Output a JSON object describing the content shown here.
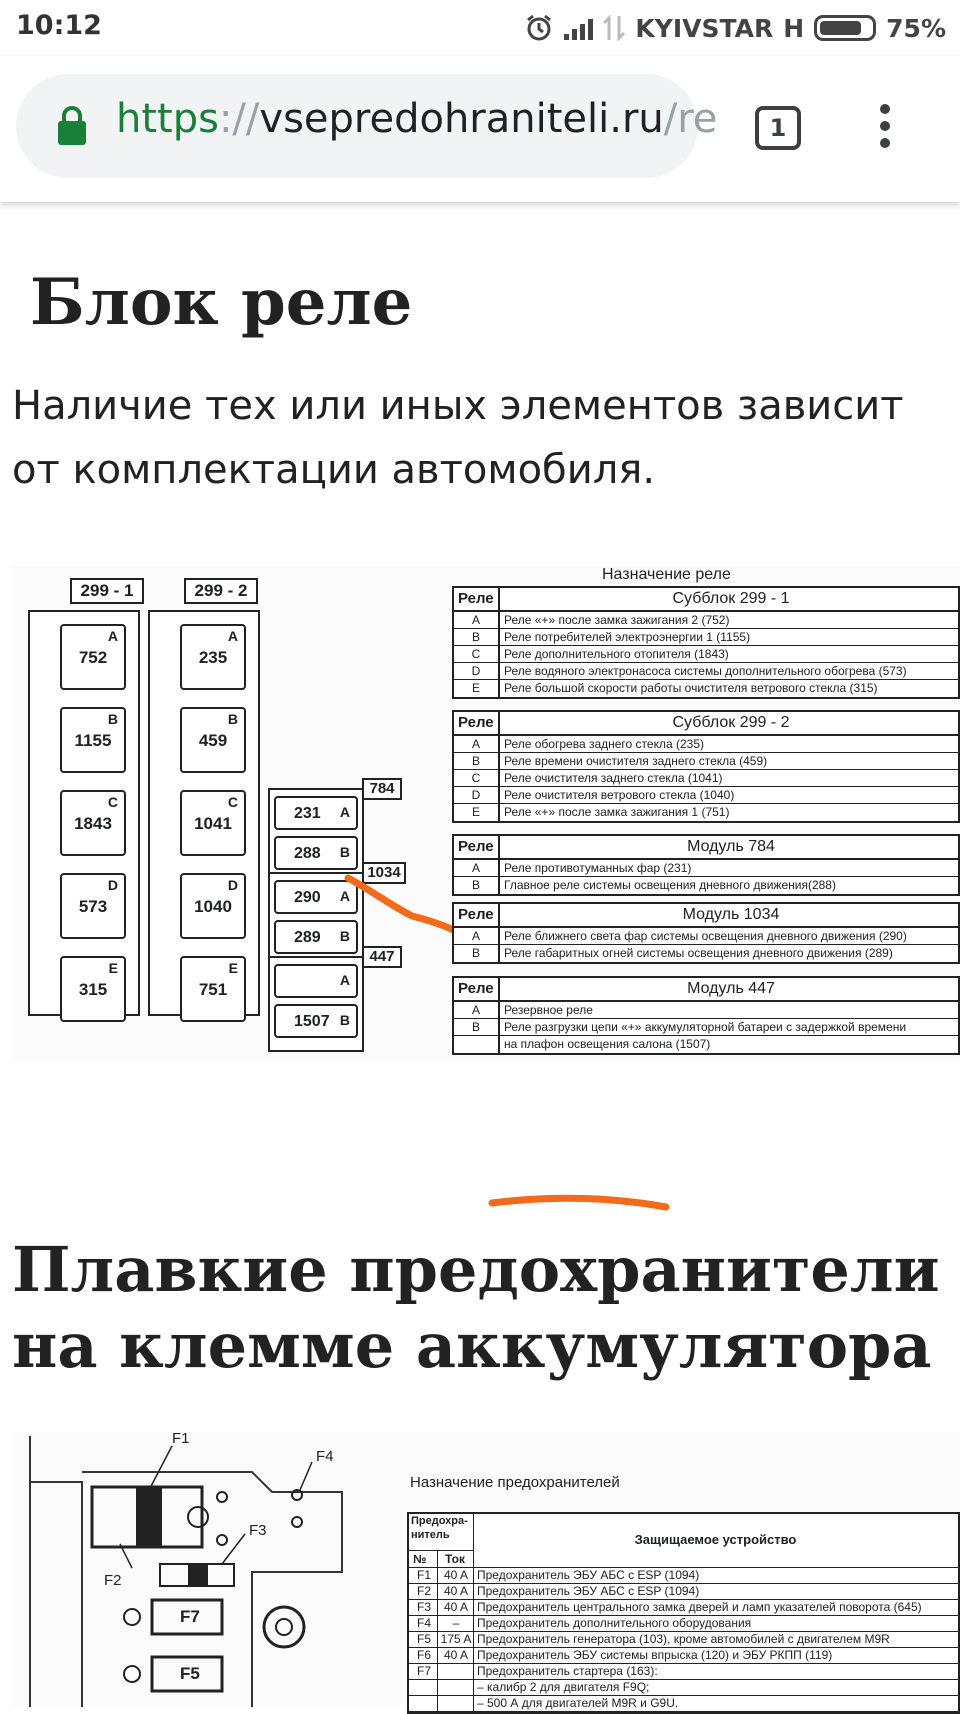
{
  "status_bar": {
    "time": "10:12",
    "carrier": "KYIVSTAR",
    "network": "H",
    "battery": "75%"
  },
  "browser": {
    "url_scheme": "https",
    "url_sep": "://",
    "url_host": "vsepredohraniteli.ru",
    "url_rest": "/re",
    "tab_count": "1"
  },
  "content": {
    "heading1": "Блок реле",
    "paragraph": "Наличие тех или иных элементов зависит от комплектации автомобиля.",
    "heading2": "Плавкие предохранители на клемме аккумулятора"
  },
  "relay_figure": {
    "block_labels": [
      "299 - 1",
      "299 - 2"
    ],
    "col1": [
      {
        "num": "752",
        "let": "A"
      },
      {
        "num": "1155",
        "let": "B"
      },
      {
        "num": "1843",
        "let": "C"
      },
      {
        "num": "573",
        "let": "D"
      },
      {
        "num": "315",
        "let": "E"
      }
    ],
    "col2": [
      {
        "num": "235",
        "let": "A"
      },
      {
        "num": "459",
        "let": "B"
      },
      {
        "num": "1041",
        "let": "C"
      },
      {
        "num": "1040",
        "let": "D"
      },
      {
        "num": "751",
        "let": "E"
      }
    ],
    "modules": [
      {
        "label": "784",
        "slots": [
          {
            "num": "231",
            "let": "A"
          },
          {
            "num": "288",
            "let": "B"
          }
        ]
      },
      {
        "label": "1034",
        "slots": [
          {
            "num": "290",
            "let": "A"
          },
          {
            "num": "289",
            "let": "B"
          }
        ]
      },
      {
        "label": "447",
        "slots": [
          {
            "num": "",
            "let": "A"
          },
          {
            "num": "1507",
            "let": "B"
          }
        ]
      }
    ],
    "table_title": "Назначение реле",
    "col_header": "Реле",
    "tables": [
      {
        "title": "Субблок 299 - 1",
        "rows": [
          {
            "k": "A",
            "v": "Реле «+» после замка зажигания 2 (752)"
          },
          {
            "k": "B",
            "v": "Реле потребителей электроэнергии 1 (1155)"
          },
          {
            "k": "C",
            "v": "Реле дополнительного отопителя (1843)"
          },
          {
            "k": "D",
            "v": "Реле водяного электронасоса системы дополнительного обогрева (573)"
          },
          {
            "k": "E",
            "v": "Реле большой скорости работы очистителя ветрового стекла (315)"
          }
        ]
      },
      {
        "title": "Субблок 299 - 2",
        "rows": [
          {
            "k": "A",
            "v": "Реле обогрева заднего стекла (235)"
          },
          {
            "k": "B",
            "v": "Реле времени очистителя заднего стекла (459)"
          },
          {
            "k": "C",
            "v": "Реле очистителя заднего стекла (1041)"
          },
          {
            "k": "D",
            "v": "Реле очистителя ветрового стекла (1040)"
          },
          {
            "k": "E",
            "v": "Реле «+» после замка зажигания 1 (751)"
          }
        ]
      },
      {
        "title": "Модуль 784",
        "rows": [
          {
            "k": "A",
            "v": "Реле противотуманных фар (231)"
          },
          {
            "k": "B",
            "v": "Главное реле системы освещения дневного движения(288)"
          }
        ]
      },
      {
        "title": "Модуль 1034",
        "rows": [
          {
            "k": "A",
            "v": "Реле ближнего света фар системы освещения дневного движения (290)"
          },
          {
            "k": "B",
            "v": "Реле габаритных огней системы освещения дневного движения (289)"
          }
        ]
      },
      {
        "title": "Модуль 447",
        "rows": [
          {
            "k": "A",
            "v": "Резервное реле"
          },
          {
            "k": "B",
            "v": "Реле разгрузки цепи «+» аккумуляторной батареи с задержкой времени"
          },
          {
            "k": "",
            "v": "на плафон освещения салона (1507)"
          }
        ]
      }
    ]
  },
  "fuse_figure": {
    "table_title": "Назначение предохранителей",
    "head_fuse": "Предохра-нитель",
    "head_num": "№",
    "head_current": "Ток",
    "head_device": "Защищаемое устройство",
    "labels": [
      "F1",
      "F2",
      "F3",
      "F4",
      "F7",
      "F5"
    ],
    "rows": [
      {
        "n": "F1",
        "a": "40 A",
        "d": "Предохранитель ЭБУ АБС с ESP (1094)"
      },
      {
        "n": "F2",
        "a": "40 A",
        "d": "Предохранитель ЭБУ АБС с ESP (1094)"
      },
      {
        "n": "F3",
        "a": "40 A",
        "d": "Предохранитель центрального замка дверей и ламп указателей поворота (645)"
      },
      {
        "n": "F4",
        "a": "–",
        "d": "Предохранитель дополнительного оборудования"
      },
      {
        "n": "F5",
        "a": "175 A",
        "d": "Предохранитель генератора (103), кроме автомобилей с двигателем M9R"
      },
      {
        "n": "F6",
        "a": "40 A",
        "d": "Предохранитель ЭБУ системы впрыска (120) и ЭБУ РКПП (119)"
      },
      {
        "n": "F7",
        "a": "",
        "d": "Предохранитель стартера (163):"
      },
      {
        "n": "",
        "a": "",
        "d": "– калибр 2 для двигателя F9Q;"
      },
      {
        "n": "",
        "a": "",
        "d": "– 500 А для двигателей M9R и G9U."
      }
    ]
  }
}
